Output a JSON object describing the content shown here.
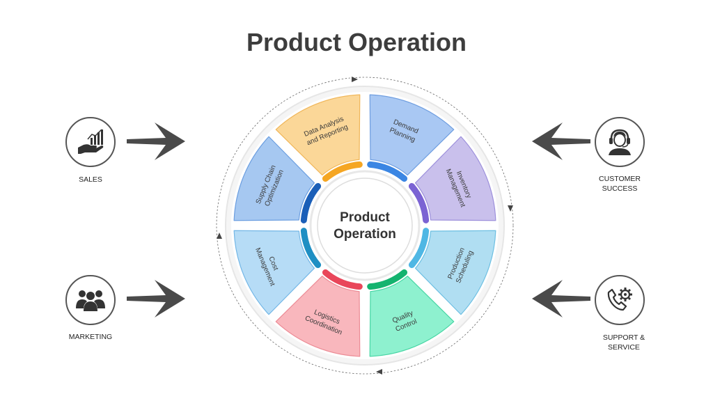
{
  "title": "Product Operation",
  "center": {
    "line1": "Product",
    "line2": "Operation"
  },
  "segments": [
    {
      "line1": "Demand",
      "line2": "Planning",
      "fill": "#a9c8f3",
      "stroke": "#6f9ee0",
      "bar": "#3b86e3"
    },
    {
      "line1": "Inventory",
      "line2": "Management",
      "fill": "#c9c0ec",
      "stroke": "#9c8fdb",
      "bar": "#7b63d3"
    },
    {
      "line1": "Production",
      "line2": "Scheduling",
      "fill": "#b0def2",
      "stroke": "#6cbfe2",
      "bar": "#4fb7e4"
    },
    {
      "line1": "Quality",
      "line2": "Control",
      "fill": "#8ef1cf",
      "stroke": "#48d6a5",
      "bar": "#14b36f"
    },
    {
      "line1": "Logistics",
      "line2": "Coordination",
      "fill": "#f9b7bd",
      "stroke": "#ec8b95",
      "bar": "#e9465a"
    },
    {
      "line1": "Cost",
      "line2": "Management",
      "fill": "#b6dcf6",
      "stroke": "#72b6e6",
      "bar": "#1f8fc3"
    },
    {
      "line1": "Supply Chain",
      "line2": "Optimization",
      "fill": "#a6c8f1",
      "stroke": "#6b9ee0",
      "bar": "#1b5fb8"
    },
    {
      "line1": "Data Analysis",
      "line2": "and Reporting",
      "fill": "#fbd798",
      "stroke": "#f0b659",
      "bar": "#f5a623"
    }
  ],
  "sides": {
    "sales": {
      "label": "SALES",
      "icon": "hand-chart-icon"
    },
    "marketing": {
      "label": "MARKETING",
      "icon": "group-icon"
    },
    "customer_success": {
      "label": "CUSTOMER\nSUCCESS",
      "icon": "headset-agent-icon"
    },
    "support_service": {
      "label": "SUPPORT &\nSERVICE",
      "icon": "phone-gear-icon"
    }
  },
  "colors": {
    "arrow": "#4a4a4a",
    "icon_stroke": "#555555",
    "ring": "#eeeeee"
  }
}
